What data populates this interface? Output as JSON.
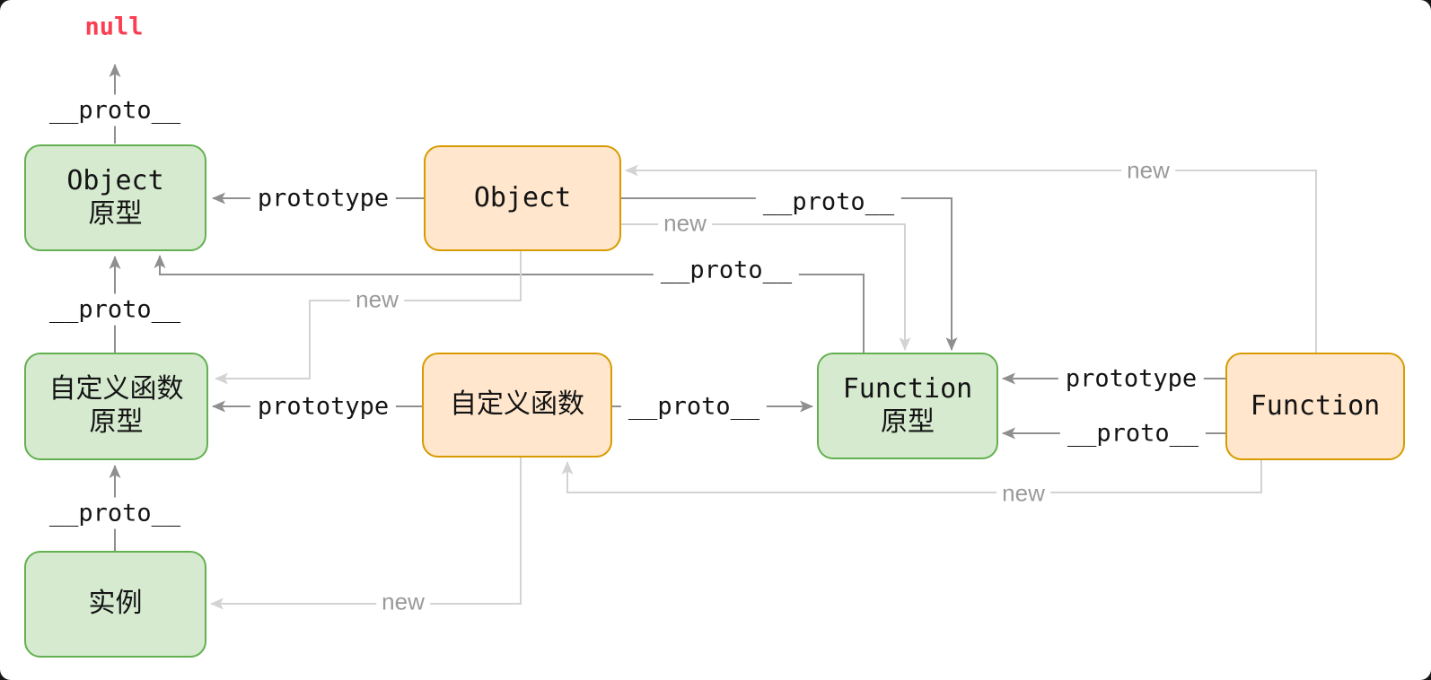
{
  "diagram": {
    "title_hint": "JavaScript prototype chain diagram",
    "nodes": {
      "object_prototype": {
        "title": "Object",
        "subtitle": "原型",
        "style": "green"
      },
      "object": {
        "title": "Object",
        "style": "orange"
      },
      "custom_prototype": {
        "title": "自定义函数",
        "subtitle": "原型",
        "style": "green"
      },
      "custom_function": {
        "title": "自定义函数",
        "style": "orange"
      },
      "function_prototype": {
        "title": "Function",
        "subtitle": "原型",
        "style": "green"
      },
      "function": {
        "title": "Function",
        "style": "orange"
      },
      "instance": {
        "title": "实例",
        "style": "green"
      }
    },
    "labels": {
      "proto": "__proto__",
      "prototype": "prototype",
      "new": "new",
      "null_value": "null"
    },
    "edges": [
      {
        "from": "object_prototype",
        "to": "null",
        "label": "__proto__",
        "kind": "proto"
      },
      {
        "from": "custom_prototype",
        "to": "object_prototype",
        "label": "__proto__",
        "kind": "proto"
      },
      {
        "from": "instance",
        "to": "custom_prototype",
        "label": "__proto__",
        "kind": "proto"
      },
      {
        "from": "object",
        "to": "object_prototype",
        "label": "prototype",
        "kind": "prototype"
      },
      {
        "from": "custom_function",
        "to": "custom_prototype",
        "label": "prototype",
        "kind": "prototype"
      },
      {
        "from": "function",
        "to": "function_prototype",
        "label": "prototype",
        "kind": "prototype"
      },
      {
        "from": "function",
        "to": "function_prototype",
        "label": "__proto__",
        "kind": "proto"
      },
      {
        "from": "custom_function",
        "to": "function_prototype",
        "label": "__proto__",
        "kind": "proto"
      },
      {
        "from": "object",
        "to": "function_prototype",
        "label": "__proto__",
        "kind": "proto"
      },
      {
        "from": "function_prototype",
        "to": "object_prototype",
        "label": "__proto__",
        "kind": "proto"
      },
      {
        "from": "function",
        "to": "object",
        "label": "new",
        "kind": "new"
      },
      {
        "from": "object",
        "to": "function_prototype",
        "label": "new",
        "kind": "new"
      },
      {
        "from": "object",
        "to": "custom_prototype",
        "label": "new",
        "kind": "new"
      },
      {
        "from": "function",
        "to": "custom_function",
        "label": "new",
        "kind": "new"
      },
      {
        "from": "custom_function",
        "to": "instance",
        "label": "new",
        "kind": "new"
      }
    ],
    "colors": {
      "green_fill": "#d6ead0",
      "green_stroke": "#63b050",
      "orange_fill": "#ffe6cc",
      "orange_stroke": "#d79b00",
      "edge_dark": "#8f8f8f",
      "edge_light": "#d3d3d3",
      "label_text": "#141414",
      "new_text": "#9a9a9a",
      "null_text": "#fb3e52",
      "background": "#ffffff"
    }
  }
}
